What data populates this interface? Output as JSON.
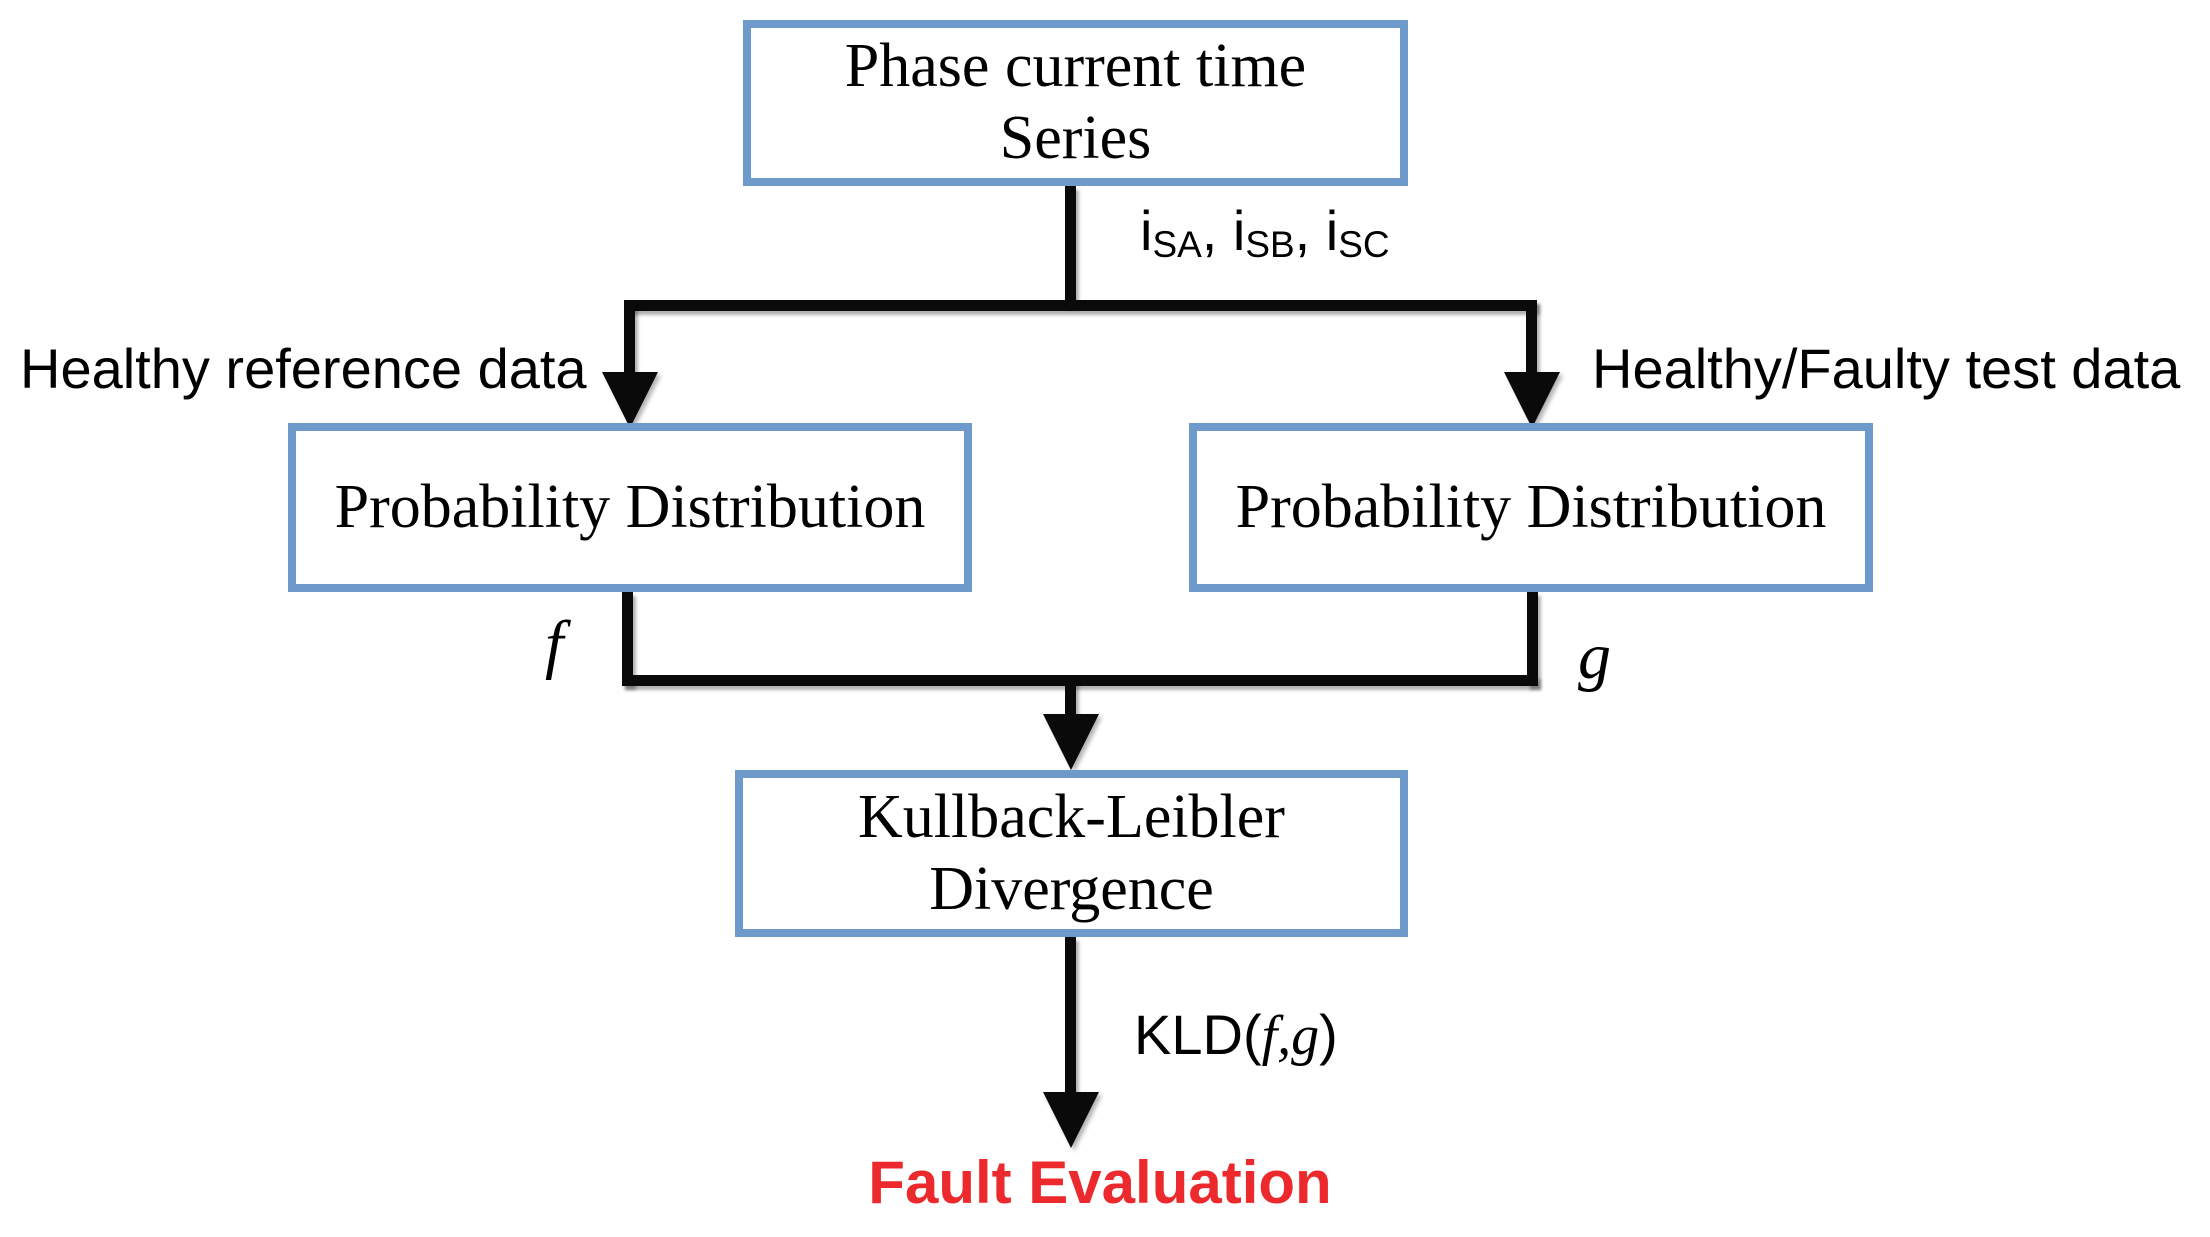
{
  "palette": {
    "box_border_blue": "#6d9acb",
    "connector_black": "#0a0a0a",
    "result_red": "#ec2a2e"
  },
  "flowchart": {
    "top_box": {
      "line1": "Phase current time",
      "line2": "Series"
    },
    "signal_label": {
      "i1": "i",
      "sub1": "SA",
      "sep1": ", ",
      "i2": "i",
      "sub2": "SB",
      "sep2": ", ",
      "i3": "i",
      "sub3": "SC"
    },
    "left_branch_label": "Healthy reference data",
    "right_branch_label": "Healthy/Faulty test data",
    "left_box_label": "Probability Distribution",
    "right_box_label": "Probability Distribution",
    "left_output_label": "f",
    "right_output_label": "g",
    "kld_box": {
      "line1": "Kullback-Leibler",
      "line2": "Divergence"
    },
    "kld_output_label": {
      "prefix": "KLD",
      "open_paren": "(",
      "arg1": "f",
      "comma": ",",
      "arg2": "g",
      "close_paren": ")"
    },
    "result_label": "Fault Evaluation"
  }
}
